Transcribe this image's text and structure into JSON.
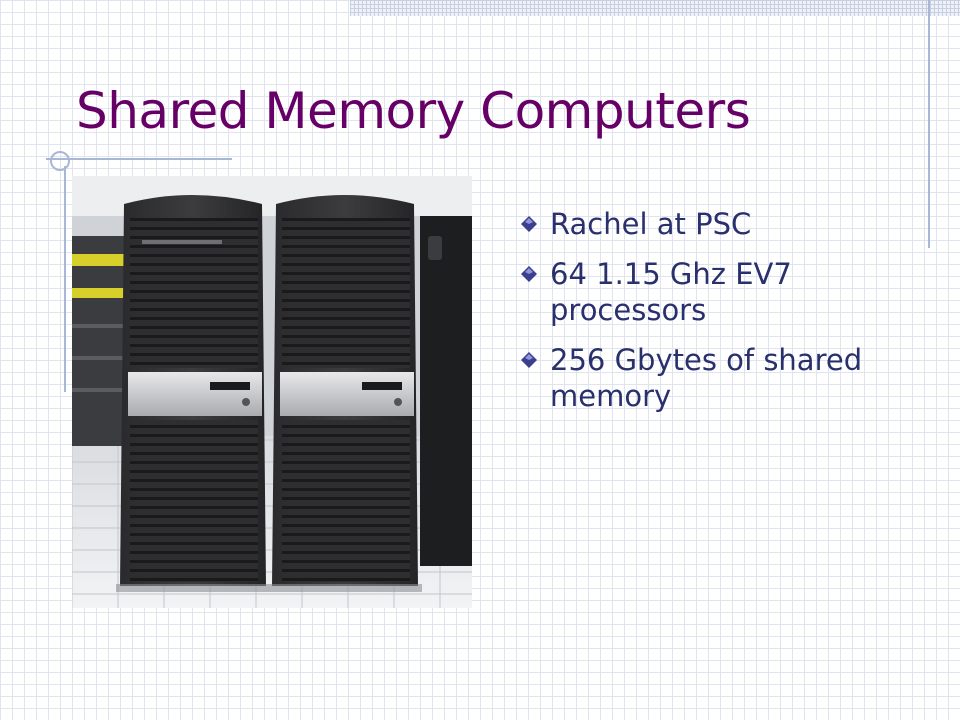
{
  "slide": {
    "title": "Shared Memory Computers",
    "image_alt": "Two server cabinets",
    "bullets": [
      {
        "text": "Rachel at PSC",
        "icon": "diamond-bullet-icon"
      },
      {
        "text": "64 1.15 Ghz EV7 processors",
        "icon": "diamond-bullet-icon"
      },
      {
        "text": "256 Gbytes of shared memory",
        "icon": "diamond-bullet-icon"
      }
    ]
  },
  "colors": {
    "title": "#660066",
    "bullet_text": "#29306b",
    "bullet_icon": "#3a3f8f",
    "grid": "#dfe4ef",
    "accent_lines": "#a9b7d6"
  }
}
